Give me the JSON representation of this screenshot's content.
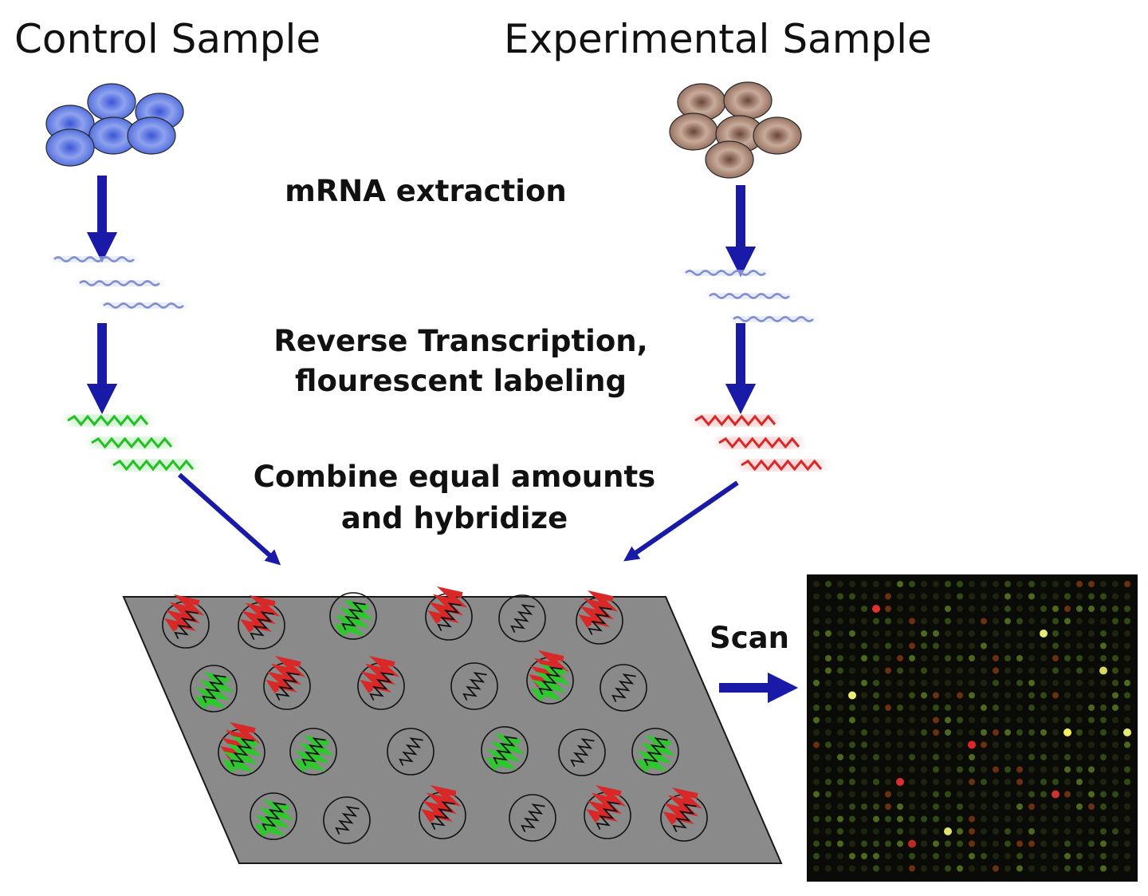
{
  "titles": {
    "control": "Control Sample",
    "experimental": "Experimental Sample"
  },
  "steps": {
    "extraction": "mRNA extraction",
    "rt_line1": "Reverse Transcription,",
    "rt_line2": "flourescent labeling",
    "hyb_line1": "Combine equal amounts",
    "hyb_line2": "and hybridize",
    "scan": "Scan"
  },
  "colors": {
    "control_cells": "#5a78e0",
    "experimental_cells": "#a0806e",
    "arrow": "#1a1aa8",
    "mrna": "#7f8fd0",
    "control_label": "#22c022",
    "experimental_label": "#d82828",
    "slide": "#8a8a8a",
    "scan_background": "#0a0a06"
  },
  "icons": {
    "control_cells": "blue-cell-cluster-icon",
    "experimental_cells": "brown-cell-cluster-icon",
    "microarray_slide": "microarray-slide-icon",
    "scan_image": "scanned-microarray-image"
  }
}
